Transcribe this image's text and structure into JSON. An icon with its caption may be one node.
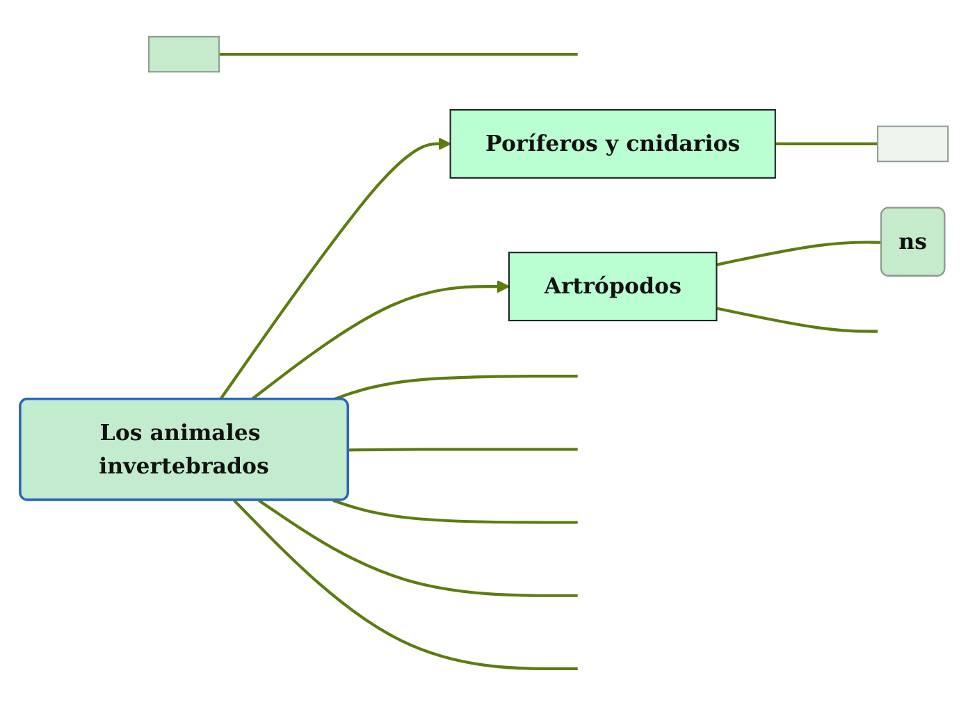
{
  "diagram": {
    "nodes": [
      {
        "text": [
          "Los animales invertebrados"
        ]
      },
      {
        "text": [],
        "shape": "box"
      },
      {
        "text": [
          "ns"
        ]
      },
      {
        "text": [
          "Poríferos y cnidarios"
        ]
      },
      {
        "text": [],
        "shape": "box"
      },
      {
        "text": [
          "Artrópodos"
        ]
      }
    ],
    "edges": [
      {
        "from": 0,
        "to": 3,
        "arrow": "to"
      },
      {
        "from": 0,
        "to": 5,
        "arrow": "to"
      },
      {
        "from": 3,
        "to": 4,
        "arrow": "none"
      },
      {
        "from": 5,
        "to": 2,
        "arrow": "none"
      },
      {
        "from": 5,
        "to": null,
        "arrow": "none"
      },
      {
        "from": 1,
        "to": null,
        "arrow": "none"
      },
      {
        "from": 0,
        "to": null,
        "arrow": "none"
      },
      {
        "from": 0,
        "to": null,
        "arrow": "none"
      },
      {
        "from": 0,
        "to": null,
        "arrow": "none"
      },
      {
        "from": 0,
        "to": null,
        "arrow": "none"
      },
      {
        "from": 0,
        "to": null,
        "arrow": "none"
      }
    ]
  }
}
